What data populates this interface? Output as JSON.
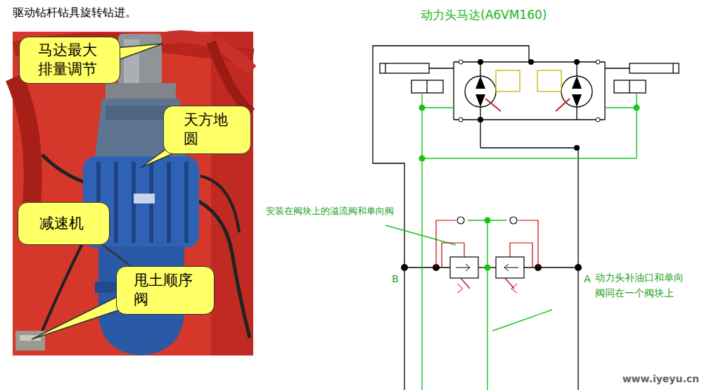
{
  "diagram": {
    "nodes": [
      {
        "text": [
          "马达最大排量调节"
        ]
      },
      {
        "text": [
          "天方地圆"
        ]
      },
      {
        "text": [
          "减速机"
        ]
      },
      {
        "text": [
          "甩土顺序阀"
        ]
      }
    ],
    "labels": [
      "驱动钻杆钻具旋转钻进。",
      "动力头马达(A6VM160)",
      "安装在阀块上的溢流阀和单向阀",
      "B",
      "A",
      "动力头补油口和单向阀同在一个阀块上",
      "www.iyeyu.cn"
    ]
  }
}
